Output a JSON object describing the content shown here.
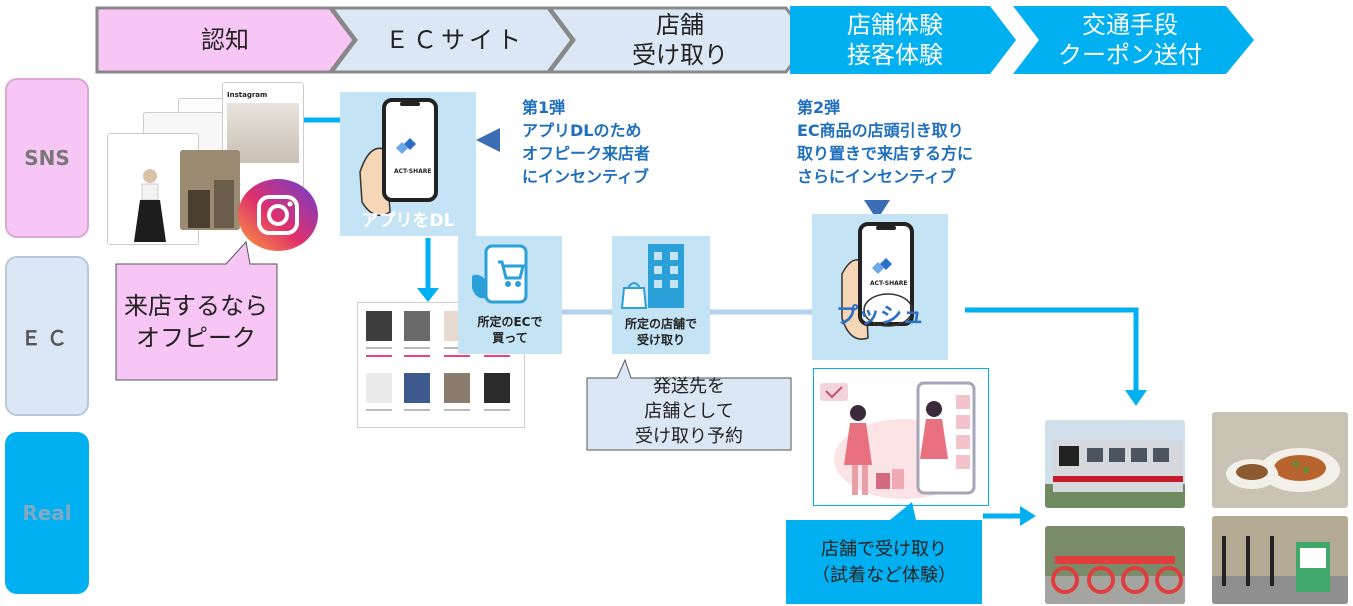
{
  "stages": [
    {
      "label": "認知"
    },
    {
      "label": "ＥＣサイト"
    },
    {
      "label": "店舗\n受け取り"
    },
    {
      "label": "店舗体験\n接客体験"
    },
    {
      "label": "交通手段\nクーポン送付"
    }
  ],
  "categories": [
    "SNS",
    "ＥＣ",
    "Real"
  ],
  "callouts": {
    "offpeak": "来店するなら\nオフピーク",
    "shipping": "発送先を\n店舗として\n受け取り予約",
    "pickup": "店舗で受け取り\n（試着など体験）"
  },
  "campaign1": "第1弾\nアプリDLのため\nオフピーク来店者\nにインセンティブ",
  "campaign2": "第2弾\nEC商品の店頭引き取り\n取り置きで来店する方に\nさらにインセンティブ",
  "tiles": {
    "app_dl": "アプリをDL",
    "ec_buy": "所定のECで\n買って",
    "store_pick": "所定の店舗で\n受け取り",
    "push": "プッシュ"
  },
  "app_brand": "ACT-SHARE",
  "sns_app_name": "Instagram",
  "colors": {
    "pink": "#f8c6f4",
    "pale_blue": "#dbe7f4",
    "cyan": "#00b0f0",
    "light_tile": "#c4e4f6",
    "flow_line": "#b4d2ec",
    "text_blue": "#1f6fbf",
    "arrow_navy": "#3a6db3"
  }
}
